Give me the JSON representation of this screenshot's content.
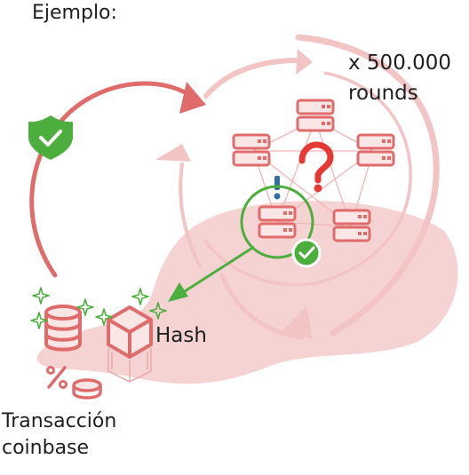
{
  "title": "Ejemplo:",
  "rounds": {
    "line1": "x 500.000",
    "line2": "rounds"
  },
  "hash_label": "Hash",
  "coinbase": {
    "line1": "Transacción",
    "line2": "coinbase"
  },
  "colors": {
    "red": "#e06b6b",
    "pink": "#f2c4c4",
    "blob": "#f6d3d3",
    "green": "#4cae3c",
    "question": "#e53935",
    "exclaim": "#2f6fa7"
  }
}
